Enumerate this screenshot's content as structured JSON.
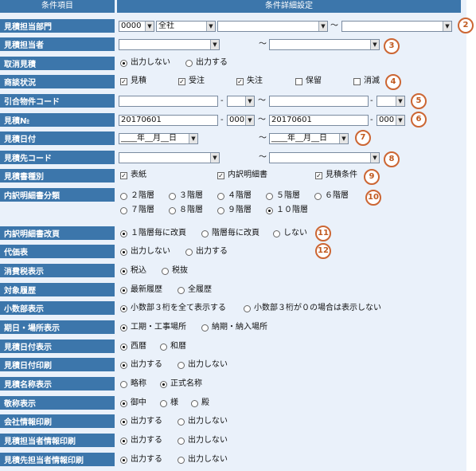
{
  "header": {
    "item_col": "条件項目",
    "detail_col": "条件詳細設定"
  },
  "rows": {
    "dept": {
      "label": "見積担当部門",
      "code_select": "0000",
      "name_select": "全社",
      "range_from_select": "",
      "range_to_select": "",
      "range_sep": "～",
      "badge": "2"
    },
    "person": {
      "label": "見積担当者",
      "from_select": "",
      "to_select": "",
      "range_sep": "～",
      "badge": "3"
    },
    "cancel": {
      "label": "取消見積",
      "options": [
        "出力しない",
        "出力する"
      ],
      "selected": 0
    },
    "status": {
      "label": "商談状況",
      "options": [
        "見積",
        "受注",
        "失注",
        "保留",
        "消滅"
      ],
      "checked": [
        true,
        true,
        true,
        false,
        false
      ],
      "badge": "4"
    },
    "property": {
      "label": "引合物件コード",
      "from_code": "",
      "from_sub": "",
      "to_code": "",
      "to_sub": "",
      "dash": "-",
      "range_sep": "～",
      "badge": "5"
    },
    "quote_no": {
      "label": "見積№",
      "from_no": "20170601",
      "from_sub": "000",
      "to_no": "20170601",
      "to_sub": "000",
      "dash": "-",
      "range_sep": "～",
      "badge": "6"
    },
    "quote_date": {
      "label": "見積日付",
      "from_date": "____年__月__日",
      "to_date": "____年__月__日",
      "range_sep": "～",
      "badge": "7"
    },
    "client": {
      "label": "見積先コード",
      "from_select": "",
      "to_select": "",
      "range_sep": "～",
      "badge": "8"
    },
    "doc_type": {
      "label": "見積書種別",
      "options": [
        "表紙",
        "内訳明細書",
        "見積条件"
      ],
      "checked": [
        true,
        true,
        true
      ],
      "badge": "9"
    },
    "breakdown_level": {
      "label": "内訳明細書分類",
      "options": [
        "２階層",
        "３階層",
        "４階層",
        "５階層",
        "６階層",
        "７階層",
        "８階層",
        "９階層",
        "１０階層"
      ],
      "selected": 8,
      "badge": "10"
    },
    "breakdown_page": {
      "label": "内訳明細書改頁",
      "options": [
        "１階層毎に改頁",
        "階層毎に改頁",
        "しない"
      ],
      "selected": 0,
      "badge": "11"
    },
    "substitute": {
      "label": "代価表",
      "options": [
        "出力しない",
        "出力する"
      ],
      "selected": 0,
      "badge": "12"
    },
    "tax": {
      "label": "消費税表示",
      "options": [
        "税込",
        "税抜"
      ],
      "selected": 0
    },
    "history": {
      "label": "対象履歴",
      "options": [
        "最新履歴",
        "全履歴"
      ],
      "selected": 0
    },
    "decimal": {
      "label": "小数部表示",
      "options": [
        "小数部３桁を全て表示する",
        "小数部３桁が０の場合は表示しない"
      ],
      "selected": 0
    },
    "period_place": {
      "label": "期日・場所表示",
      "options": [
        "工期・工事場所",
        "納期・納入場所"
      ],
      "selected": 0
    },
    "date_format": {
      "label": "見積日付表示",
      "options": [
        "西暦",
        "和暦"
      ],
      "selected": 0
    },
    "date_print": {
      "label": "見積日付印刷",
      "options": [
        "出力する",
        "出力しない"
      ],
      "selected": 0
    },
    "name_display": {
      "label": "見積名称表示",
      "options": [
        "略称",
        "正式名称"
      ],
      "selected": 1
    },
    "honorific": {
      "label": "敬称表示",
      "options": [
        "御中",
        "様",
        "殿"
      ],
      "selected": 0
    },
    "company_print": {
      "label": "会社情報印刷",
      "options": [
        "出力する",
        "出力しない"
      ],
      "selected": 0
    },
    "staff_print": {
      "label": "見積担当者情報印刷",
      "options": [
        "出力する",
        "出力しない"
      ],
      "selected": 0
    },
    "client_staff_print": {
      "label": "見積先担当者情報印刷",
      "options": [
        "出力する",
        "出力しない"
      ],
      "selected": 0
    }
  }
}
